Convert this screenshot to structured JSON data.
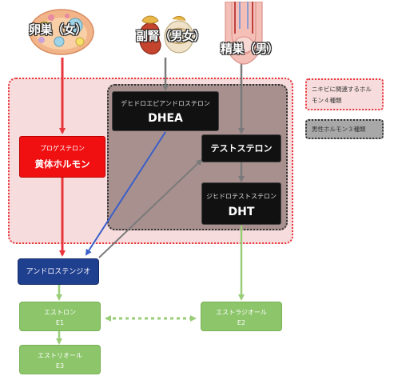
{
  "organs": {
    "ovary_label": "卵巣（女）",
    "adrenal_label": "副腎（男女）",
    "testis_label": "精巣（男）"
  },
  "hormones": {
    "dhea_sub": "デヒドロエピアンドロステロン",
    "dhea": "DHEA",
    "testosterone": "テストステロン",
    "dht_sub": "ジヒドロテストステロン",
    "dht": "DHT",
    "progesterone_sub": "プロゲステロン",
    "progesterone": "黄体ホルモン",
    "androstenedione": "アンドロステンジオ",
    "estrone": "エストロン",
    "estrone_code": "E1",
    "estradiol": "エストラジオール",
    "estradiol_code": "E2",
    "estriol": "エストリオール",
    "estriol_code": "E3"
  },
  "legend": {
    "acne_label": "ニキビに関連するホルモン４種類",
    "male_label": "男性ホルモン３種類"
  },
  "colors": {
    "red": "#e8363c",
    "grey_arrow": "#7a7a7a",
    "blue_arrow": "#3a5fc8",
    "green_arrow": "#9acd78"
  }
}
